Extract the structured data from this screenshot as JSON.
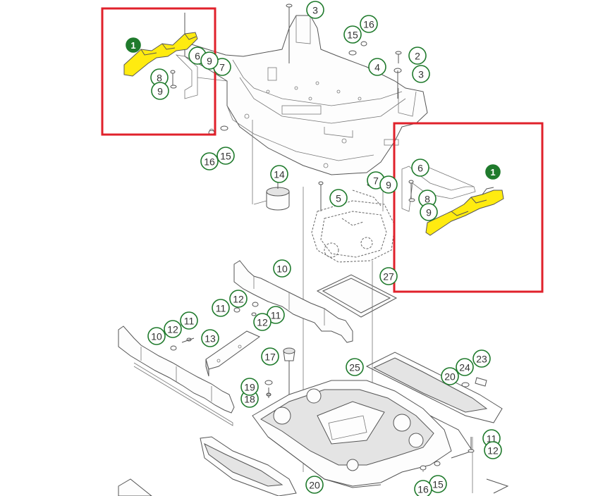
{
  "colors": {
    "highlight_box": "#e0212b",
    "highlighted_part": "#ffeb10",
    "callout_ring": "#1f7a2c"
  },
  "callouts": [
    {
      "id": "c-1a",
      "label": "1",
      "style": "filled"
    },
    {
      "id": "c-1b",
      "label": "1",
      "style": "filled"
    },
    {
      "id": "c-2",
      "label": "2"
    },
    {
      "id": "c-3a",
      "label": "3"
    },
    {
      "id": "c-3b",
      "label": "3"
    },
    {
      "id": "c-4",
      "label": "4"
    },
    {
      "id": "c-5",
      "label": "5"
    },
    {
      "id": "c-6a",
      "label": "6"
    },
    {
      "id": "c-6b",
      "label": "6"
    },
    {
      "id": "c-7a",
      "label": "7"
    },
    {
      "id": "c-7b",
      "label": "7"
    },
    {
      "id": "c-8a",
      "label": "8"
    },
    {
      "id": "c-8b",
      "label": "8"
    },
    {
      "id": "c-9a",
      "label": "9"
    },
    {
      "id": "c-9b",
      "label": "9"
    },
    {
      "id": "c-9c",
      "label": "9"
    },
    {
      "id": "c-9d",
      "label": "9"
    },
    {
      "id": "c-10a",
      "label": "10"
    },
    {
      "id": "c-10b",
      "label": "10"
    },
    {
      "id": "c-11a",
      "label": "11"
    },
    {
      "id": "c-11b",
      "label": "11"
    },
    {
      "id": "c-11c",
      "label": "11"
    },
    {
      "id": "c-11d",
      "label": "11"
    },
    {
      "id": "c-12a",
      "label": "12"
    },
    {
      "id": "c-12b",
      "label": "12"
    },
    {
      "id": "c-12c",
      "label": "12"
    },
    {
      "id": "c-12d",
      "label": "12"
    },
    {
      "id": "c-13",
      "label": "13"
    },
    {
      "id": "c-14",
      "label": "14"
    },
    {
      "id": "c-15a",
      "label": "15"
    },
    {
      "id": "c-15b",
      "label": "15"
    },
    {
      "id": "c-15c",
      "label": "15"
    },
    {
      "id": "c-16a",
      "label": "16"
    },
    {
      "id": "c-16b",
      "label": "16"
    },
    {
      "id": "c-16c",
      "label": "16"
    },
    {
      "id": "c-17",
      "label": "17"
    },
    {
      "id": "c-18",
      "label": "18"
    },
    {
      "id": "c-19",
      "label": "19"
    },
    {
      "id": "c-20a",
      "label": "20"
    },
    {
      "id": "c-20b",
      "label": "20"
    },
    {
      "id": "c-23",
      "label": "23"
    },
    {
      "id": "c-24",
      "label": "24"
    },
    {
      "id": "c-25",
      "label": "25"
    },
    {
      "id": "c-27",
      "label": "27"
    }
  ]
}
